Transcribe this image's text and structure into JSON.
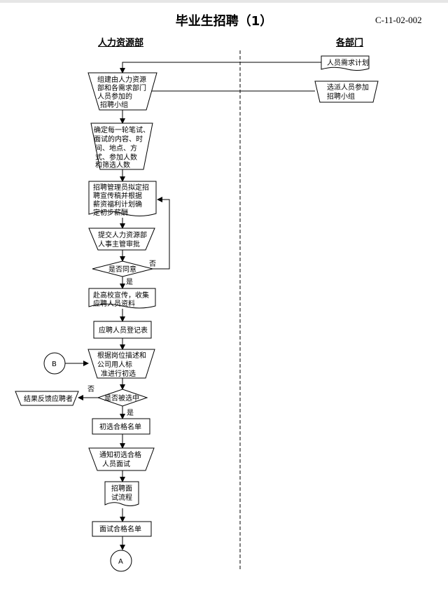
{
  "title": "毕业生招聘（1）",
  "doc_number": "C-11-02-002",
  "lanes": {
    "left": "人力资源部",
    "right": "各部门"
  },
  "nodes": {
    "plan": [
      "人员需求计划"
    ],
    "select_staff": [
      "选派人员参加",
      "招聘小组"
    ],
    "form_group": [
      "组建由人力资源",
      "部和各需求部门",
      "人员参加的",
      "招聘小组"
    ],
    "determine": [
      "确定每一轮笔试、",
      "面试的内容、时",
      "间、地点、方",
      "式、参加人数",
      "和筛选人数"
    ],
    "draft": [
      "招聘管理员拟定招",
      "聘宣传稿并根据",
      "薪资福利计划确",
      "定初步薪酬"
    ],
    "submit": [
      "提交人力资源部",
      "人事主管审批"
    ],
    "approve": [
      "是否同意"
    ],
    "campus": [
      "赴高校宣传，收集",
      "应聘人员资料"
    ],
    "register": [
      "应聘人员登记表"
    ],
    "screen": [
      "根据岗位描述和",
      "公司用人标",
      "准进行初选"
    ],
    "selected": [
      "是否被选中"
    ],
    "feedback": [
      "结果反馈应聘者"
    ],
    "shortlist": [
      "初选合格名单"
    ],
    "notify": [
      "通知初选合格",
      "人员面试"
    ],
    "interview": [
      "招聘面",
      "试流程"
    ],
    "final_list": [
      "面试合格名单"
    ],
    "connector_b": [
      "B"
    ],
    "connector_a": [
      "A"
    ]
  },
  "edge_labels": {
    "no_approve": "否",
    "yes_approve": "是",
    "no_selected": "否",
    "yes_selected": "是"
  }
}
